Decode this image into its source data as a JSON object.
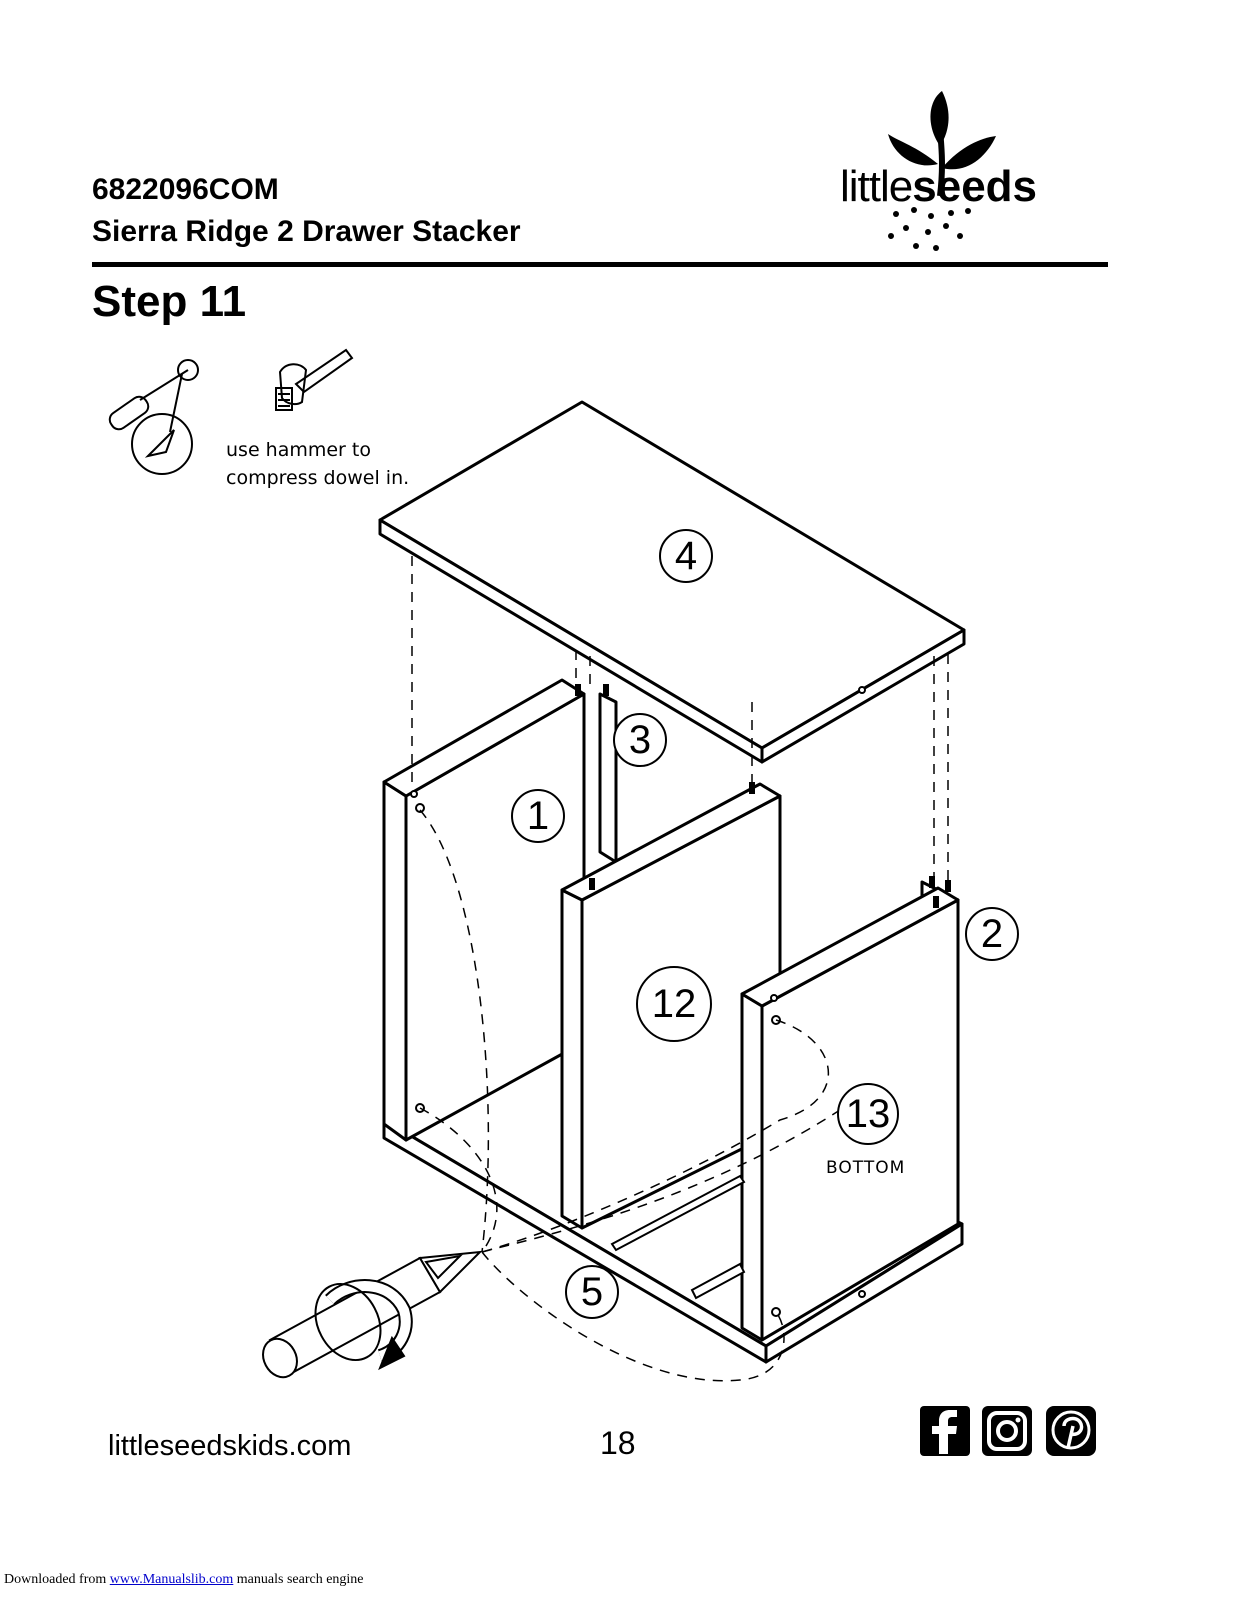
{
  "header": {
    "model_code": "6822096COM",
    "product_name": "Sierra Ridge 2 Drawer Stacker"
  },
  "logo": {
    "word_light": "little",
    "word_bold": "seeds"
  },
  "step": {
    "title": "Step 11"
  },
  "tools": {
    "icons": [
      "screwdriver-icon",
      "hammer-icon"
    ],
    "note_line1": "use hammer to",
    "note_line2": "compress dowel in."
  },
  "diagram": {
    "parts": [
      {
        "id": "4",
        "label": "4"
      },
      {
        "id": "3",
        "label": "3"
      },
      {
        "id": "1",
        "label": "1"
      },
      {
        "id": "2",
        "label": "2"
      },
      {
        "id": "12",
        "label": "12"
      },
      {
        "id": "13",
        "label": "13"
      },
      {
        "id": "5",
        "label": "5"
      }
    ],
    "bottom_label": "BOTTOM"
  },
  "footer": {
    "website": "littleseedskids.com",
    "page_number": "18",
    "social_icons": [
      "facebook-icon",
      "instagram-icon",
      "pinterest-icon"
    ],
    "download_prefix": "Downloaded from ",
    "download_link": "www.Manualslib.com",
    "download_suffix": " manuals search engine"
  }
}
